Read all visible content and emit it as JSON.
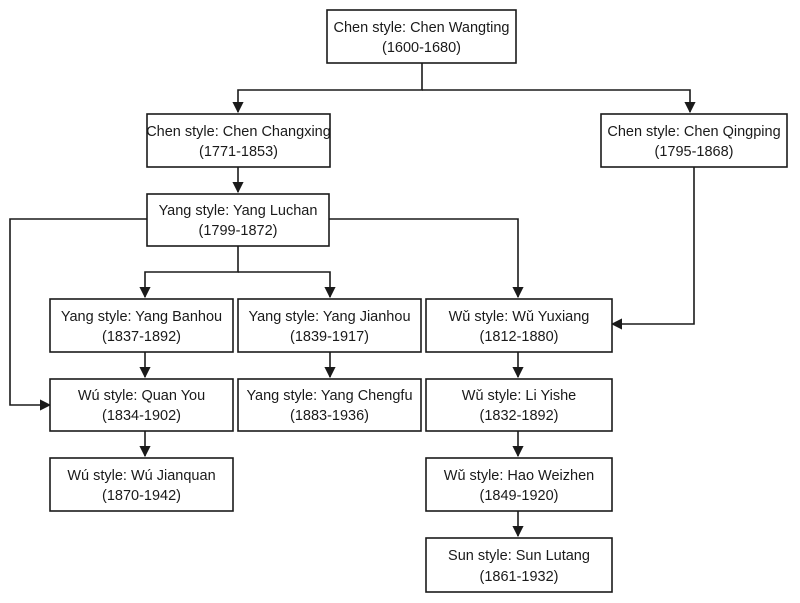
{
  "nodes": {
    "chen_wangting": {
      "name": "Chen style: Chen Wangting",
      "years": "(1600-1680)"
    },
    "chen_changxing": {
      "name": "Chen style: Chen Changxing",
      "years": "(1771-1853)"
    },
    "chen_qingping": {
      "name": "Chen style: Chen Qingping",
      "years": "(1795-1868)"
    },
    "yang_luchan": {
      "name": "Yang style: Yang Luchan",
      "years": "(1799-1872)"
    },
    "yang_banhou": {
      "name": "Yang style: Yang Banhou",
      "years": "(1837-1892)"
    },
    "yang_jianhou": {
      "name": "Yang style: Yang Jianhou",
      "years": "(1839-1917)"
    },
    "wu_yuxiang": {
      "name": "Wǔ style: Wǔ Yuxiang",
      "years": "(1812-1880)"
    },
    "quan_you": {
      "name": "Wú style: Quan You",
      "years": "(1834-1902)"
    },
    "yang_chengfu": {
      "name": "Yang style: Yang Chengfu",
      "years": "(1883-1936)"
    },
    "li_yishe": {
      "name": "Wǔ style: Li Yishe",
      "years": "(1832-1892)"
    },
    "wu_jianquan": {
      "name": "Wú style: Wú Jianquan",
      "years": "(1870-1942)"
    },
    "hao_weizhen": {
      "name": "Wǔ style: Hao Weizhen",
      "years": "(1849-1920)"
    },
    "sun_lutang": {
      "name": "Sun style: Sun Lutang",
      "years": "(1861-1932)"
    }
  }
}
